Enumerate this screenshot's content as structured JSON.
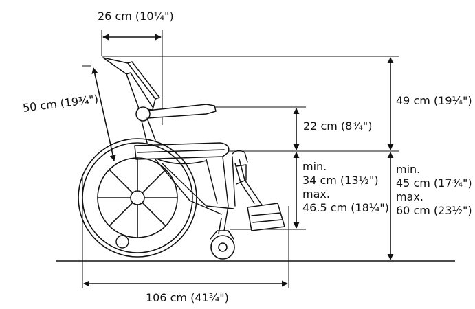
{
  "colors": {
    "line": "#111111",
    "background": "#ffffff"
  },
  "dimensions": {
    "seat_width": "26 cm (10¼\")",
    "backrest_diagonal": "50 cm (19¾\")",
    "backrest_height": "49 cm (19¼\")",
    "armrest_height": "22 cm (8¾\")",
    "seat_height_front": {
      "min_label": "min.",
      "min_value": "34 cm (13½\")",
      "max_label": "max.",
      "max_value": "46.5 cm (18¼\")"
    },
    "seat_height_total": {
      "min_label": "min.",
      "min_value": "45 cm (17¾\")",
      "max_label": "max.",
      "max_value": "60 cm (23½\")"
    },
    "overall_length": "106 cm (41¾\")"
  }
}
